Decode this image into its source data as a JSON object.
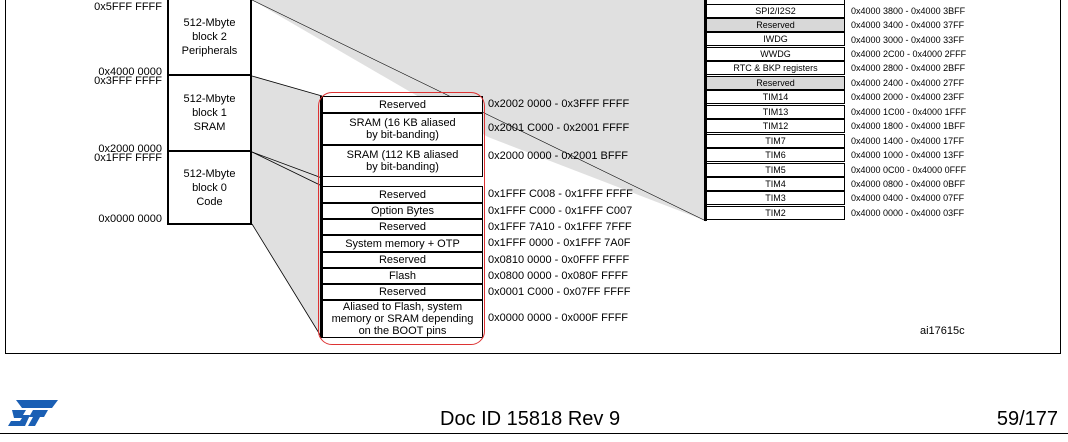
{
  "left_addresses": [
    {
      "label": "0x5FFF FFFF"
    },
    {
      "label": "0x4000 0000"
    },
    {
      "label": "0x3FFF FFFF"
    },
    {
      "label": "0x2000 0000"
    },
    {
      "label": "0x1FFF FFFF"
    },
    {
      "label": "0x0000 0000"
    }
  ],
  "blocks": [
    {
      "line1": "512-Mbyte",
      "line2": "block 2",
      "line3": "Peripherals"
    },
    {
      "line1": "512-Mbyte",
      "line2": "block 1",
      "line3": "SRAM"
    },
    {
      "line1": "512-Mbyte",
      "line2": "block 0",
      "line3": "Code"
    }
  ],
  "memory_regions": [
    {
      "label": "Reserved",
      "address": "0x2002 0000 - 0x3FFF FFFF"
    },
    {
      "label": "SRAM (16 KB aliased\nby bit-banding)",
      "address": "0x2001 C000 - 0x2001 FFFF"
    },
    {
      "label": "SRAM (112 KB aliased\nby bit-banding)",
      "address": "0x2000 0000 - 0x2001 BFFF"
    },
    {
      "label": "Reserved",
      "address": "0x1FFF C008 - 0x1FFF FFFF"
    },
    {
      "label": "Option Bytes",
      "address": "0x1FFF C000 - 0x1FFF C007"
    },
    {
      "label": "Reserved",
      "address": "0x1FFF 7A10 - 0x1FFF 7FFF"
    },
    {
      "label": "System memory + OTP",
      "address": "0x1FFF 0000 - 0x1FFF 7A0F"
    },
    {
      "label": "Reserved",
      "address": "0x0810 0000 - 0x0FFF FFFF"
    },
    {
      "label": "Flash",
      "address": "0x0800 0000 - 0x080F FFFF"
    },
    {
      "label": "Reserved",
      "address": "0x0001 C000 - 0x07FF FFFF"
    },
    {
      "label": "Aliased to Flash, system\nmemory or SRAM depending\non the BOOT pins",
      "address": "0x0000 0000 - 0x000F FFFF"
    }
  ],
  "peripherals": [
    {
      "label": "SPI2/I2S2",
      "address": "0x4000 3800 - 0x4000 3BFF",
      "reserved": false
    },
    {
      "label": "Reserved",
      "address": "0x4000 3400 - 0x4000 37FF",
      "reserved": true
    },
    {
      "label": "IWDG",
      "address": "0x4000 3000 - 0x4000 33FF",
      "reserved": false
    },
    {
      "label": "WWDG",
      "address": "0x4000 2C00 - 0x4000 2FFF",
      "reserved": false
    },
    {
      "label": "RTC & BKP registers",
      "address": "0x4000 2800 - 0x4000 2BFF",
      "reserved": false
    },
    {
      "label": "Reserved",
      "address": "0x4000 2400 - 0x4000 27FF",
      "reserved": true
    },
    {
      "label": "TIM14",
      "address": "0x4000 2000 - 0x4000 23FF",
      "reserved": false
    },
    {
      "label": "TIM13",
      "address": "0x4000 1C00 - 0x4000 1FFF",
      "reserved": false
    },
    {
      "label": "TIM12",
      "address": "0x4000 1800 - 0x4000 1BFF",
      "reserved": false
    },
    {
      "label": "TIM7",
      "address": "0x4000 1400 - 0x4000 17FF",
      "reserved": false
    },
    {
      "label": "TIM6",
      "address": "0x4000 1000 - 0x4000 13FF",
      "reserved": false
    },
    {
      "label": "TIM5",
      "address": "0x4000 0C00 - 0x4000 0FFF",
      "reserved": false
    },
    {
      "label": "TIM4",
      "address": "0x4000 0800 - 0x4000 0BFF",
      "reserved": false
    },
    {
      "label": "TIM3",
      "address": "0x4000 0400 - 0x4000 07FF",
      "reserved": false
    },
    {
      "label": "TIM2",
      "address": "0x4000 0000 - 0x4000 03FF",
      "reserved": false
    }
  ],
  "figure_ref": "ai17615c",
  "footer": {
    "doc_id": "Doc ID 15818 Rev 9",
    "page": "59/177"
  },
  "colors": {
    "highlight": "#dd3333",
    "reserved_fill": "#d8d8d8",
    "zoom_fill": "#e0e0e0",
    "logo": "#1a5fb4"
  },
  "icons": {
    "logo": "st-logo-icon"
  }
}
